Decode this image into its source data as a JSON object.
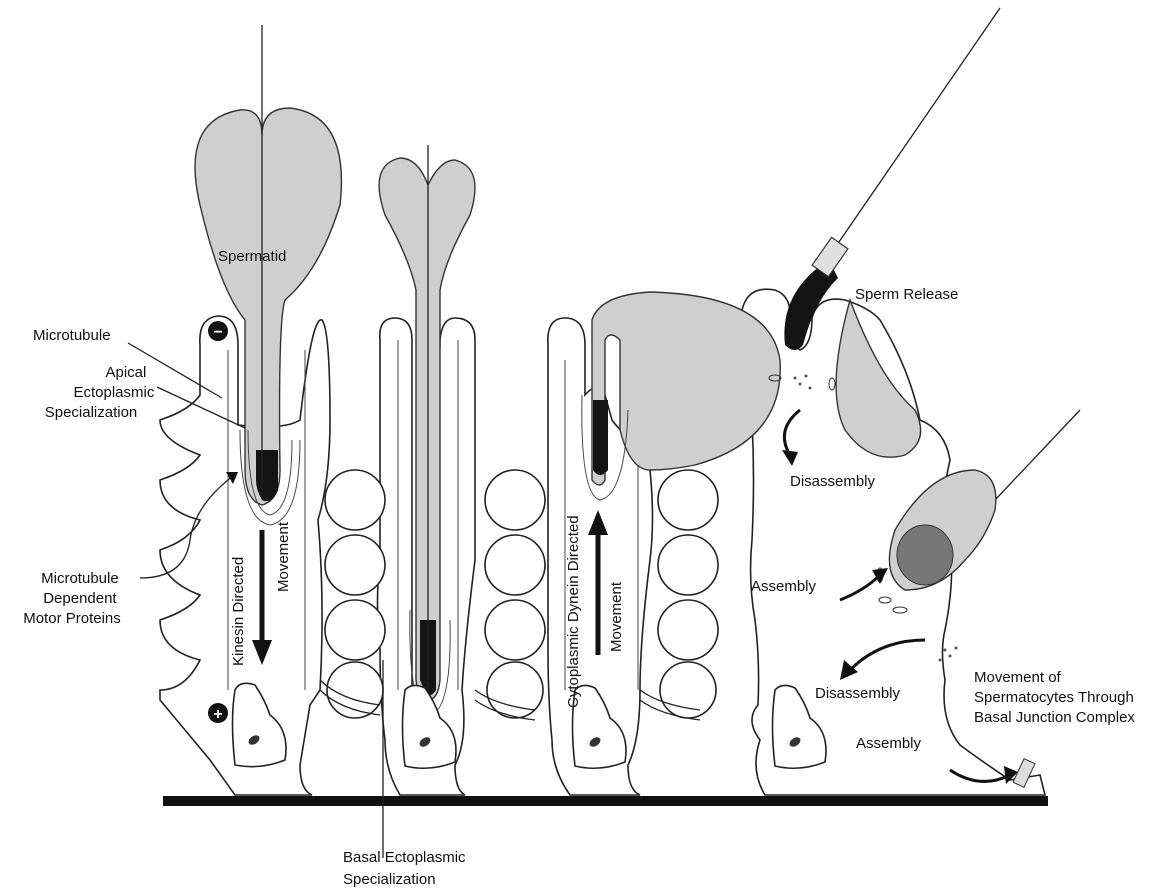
{
  "labels": {
    "spermatid": "Spermatid",
    "sperm_release": "Sperm Release",
    "microtubule": "Microtubule",
    "apical_es": [
      "Apical",
      "Ectoplasmic",
      "Specialization"
    ],
    "motor_proteins": [
      "Microtubule",
      "Dependent",
      "Motor Proteins"
    ],
    "kinesin": "Kinesin Directed",
    "movement": "Movement",
    "dynein": "Cytoplasmic Dynein Directed",
    "disassembly": "Disassembly",
    "assembly": "Assembly",
    "movement_spermatocytes": [
      "Movement of",
      "Spermatocytes Through",
      "Basal Junction Complex"
    ],
    "basal_es": [
      "Basal Ectoplasmic",
      "Specialization"
    ],
    "minus_sign": "−",
    "plus_sign": "+"
  },
  "colors": {
    "spermatid_fill": "#cfcfcf",
    "nucleus_fill": "#141414",
    "basement_membrane": "#111111"
  }
}
